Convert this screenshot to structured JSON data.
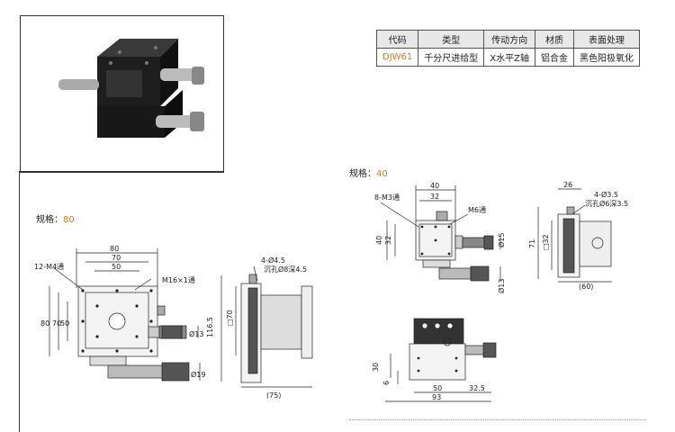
{
  "spec_table": {
    "headers": [
      "代码",
      "类型",
      "传动方向",
      "材质",
      "表面处理"
    ],
    "row": {
      "code": "DJW61",
      "type": "千分尺进给型",
      "direction": "X水平Z轴",
      "material": "铝合金",
      "finish": "黑色阳极氧化"
    }
  },
  "left_spec": {
    "label": "规格：",
    "value": "80"
  },
  "right_spec": {
    "label": "规格：",
    "value": "40"
  },
  "dims80": {
    "w80": "80",
    "w70": "70",
    "w50": "50",
    "holes": "12-M4通",
    "thread": "M16×1通",
    "h80": "80",
    "h70": "70",
    "h50": "50",
    "d13": "Ø13",
    "d19": "Ø19",
    "side_holes": "4-Ø4.5",
    "side_cb": "沉孔Ø8深4.5",
    "h116": "116.5",
    "sq70": "□70",
    "w75": "(75)"
  },
  "dims40": {
    "w40": "40",
    "w32": "32",
    "holes": "8-M3通",
    "thread": "M6通",
    "h40": "40",
    "h32": "32",
    "d15": "Ø15",
    "d13": "Ø13",
    "side_w": "26",
    "side_holes": "4-Ø3.5",
    "side_cb": "沉孔Ø6深3.5",
    "h71": "71",
    "sq32": "□32",
    "w60": "(60)",
    "f30": "30",
    "f6": "6",
    "f50": "50",
    "f32": "32.5",
    "f93": "93"
  },
  "colors": {
    "accent": "#e07a10",
    "metal": "#2b2b2b"
  }
}
